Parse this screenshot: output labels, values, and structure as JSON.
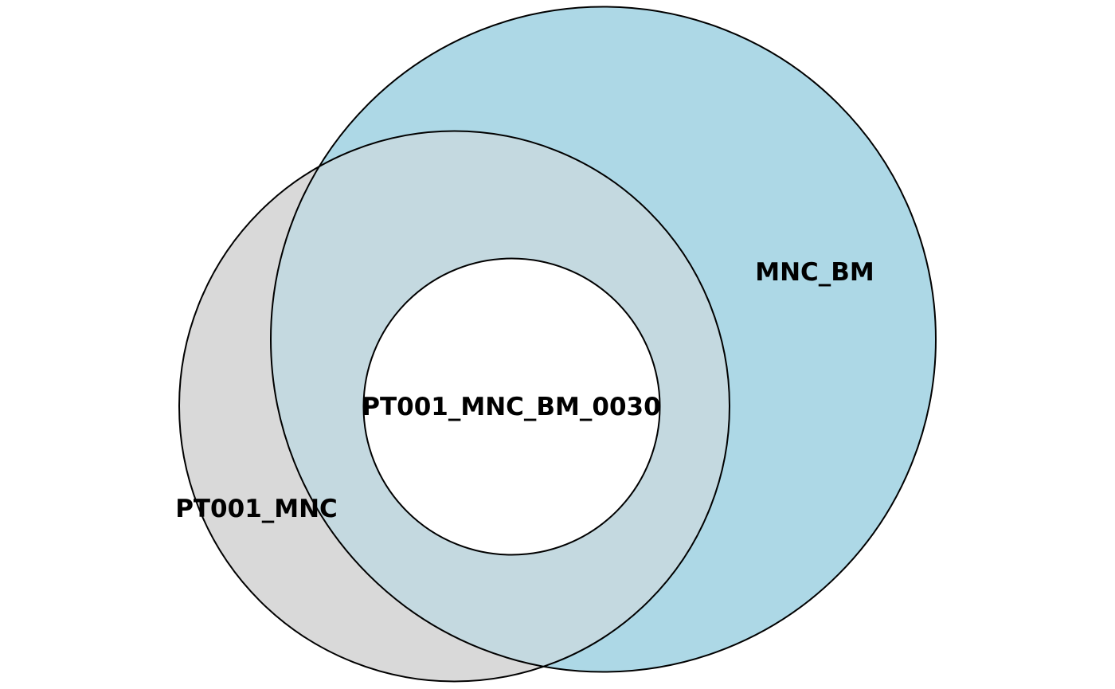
{
  "diagram": {
    "type": "venn",
    "sets": [
      {
        "id": "mnc_bm",
        "label": "MNC_BM",
        "color": "#add8e6"
      },
      {
        "id": "pt001_mnc",
        "label": "PT001_MNC",
        "color": "#d9d9d9"
      },
      {
        "id": "pt001_mnc_bm_0030",
        "label": "PT001_MNC_BM_0030",
        "color": "#ffffff"
      }
    ],
    "overlap_color": "#c4d9e0",
    "stroke_color": "#000000"
  }
}
